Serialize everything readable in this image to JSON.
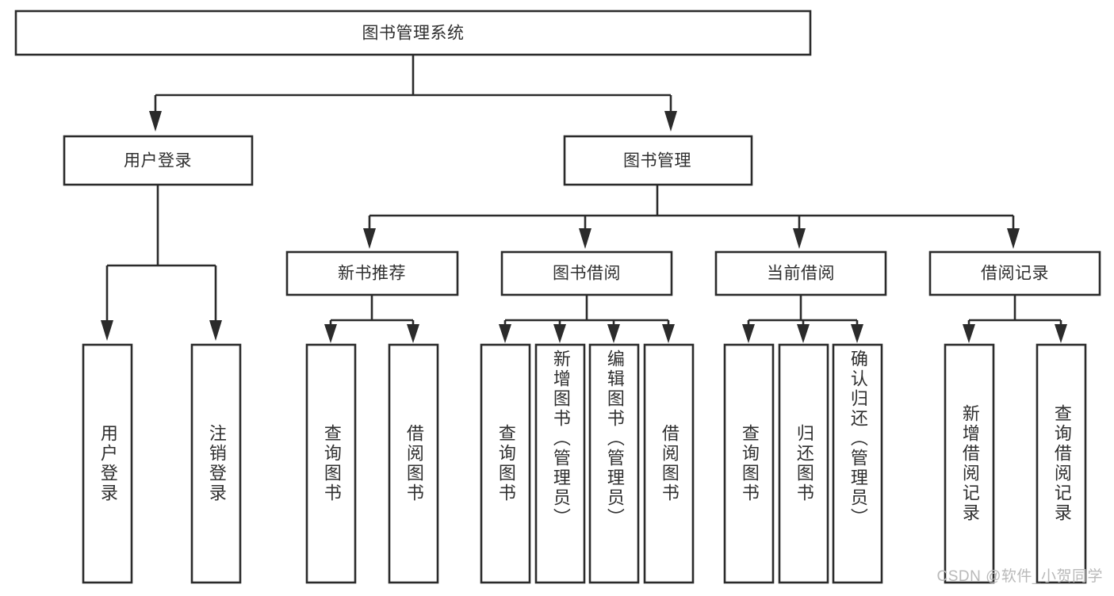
{
  "diagram": {
    "type": "tree-hierarchy",
    "title": "图书管理系统",
    "root": {
      "id": "root",
      "label": "图书管理系统",
      "orientation": "horizontal"
    },
    "level2": [
      {
        "id": "user-login",
        "label": "用户登录",
        "orientation": "horizontal"
      },
      {
        "id": "book-management",
        "label": "图书管理",
        "orientation": "horizontal"
      }
    ],
    "level3": [
      {
        "id": "new-book-recommend",
        "label": "新书推荐",
        "orientation": "horizontal",
        "parent": "book-management"
      },
      {
        "id": "book-borrow",
        "label": "图书借阅",
        "orientation": "horizontal",
        "parent": "book-management"
      },
      {
        "id": "current-borrow",
        "label": "当前借阅",
        "orientation": "horizontal",
        "parent": "book-management"
      },
      {
        "id": "borrow-record",
        "label": "借阅记录",
        "orientation": "horizontal",
        "parent": "book-management"
      }
    ],
    "leaves": [
      {
        "id": "leaf-user-login",
        "label": "用户登录",
        "orientation": "vertical",
        "parent": "user-login"
      },
      {
        "id": "leaf-logout-login",
        "label": "注销登录",
        "orientation": "vertical",
        "parent": "user-login"
      },
      {
        "id": "leaf-query-book-1",
        "label": "查询图书",
        "orientation": "vertical",
        "parent": "new-book-recommend"
      },
      {
        "id": "leaf-borrow-book-1",
        "label": "借阅图书",
        "orientation": "vertical",
        "parent": "new-book-recommend"
      },
      {
        "id": "leaf-query-book-2",
        "label": "查询图书",
        "orientation": "vertical",
        "parent": "book-borrow"
      },
      {
        "id": "leaf-add-book",
        "label": "新增图书（管理员）",
        "orientation": "vertical",
        "parent": "book-borrow"
      },
      {
        "id": "leaf-edit-book",
        "label": "编辑图书（管理员）",
        "orientation": "vertical",
        "parent": "book-borrow"
      },
      {
        "id": "leaf-borrow-book-2",
        "label": "借阅图书",
        "orientation": "vertical",
        "parent": "book-borrow"
      },
      {
        "id": "leaf-query-book-3",
        "label": "查询图书",
        "orientation": "vertical",
        "parent": "current-borrow"
      },
      {
        "id": "leaf-return-book",
        "label": "归还图书",
        "orientation": "vertical",
        "parent": "current-borrow"
      },
      {
        "id": "leaf-confirm-return",
        "label": "确认归还（管理员）",
        "orientation": "vertical",
        "parent": "current-borrow"
      },
      {
        "id": "leaf-add-record",
        "label": "新增借阅记录",
        "orientation": "vertical",
        "parent": "borrow-record"
      },
      {
        "id": "leaf-query-record",
        "label": "查询借阅记录",
        "orientation": "vertical",
        "parent": "borrow-record"
      }
    ],
    "colors": {
      "stroke": "#2b2b2b",
      "box_fill": "#ffffff",
      "text": "#2f2f2f",
      "background": "#ffffff",
      "watermark": "#b9b9b9"
    }
  },
  "watermark": {
    "text": "CSDN @软件_小贺同学"
  }
}
